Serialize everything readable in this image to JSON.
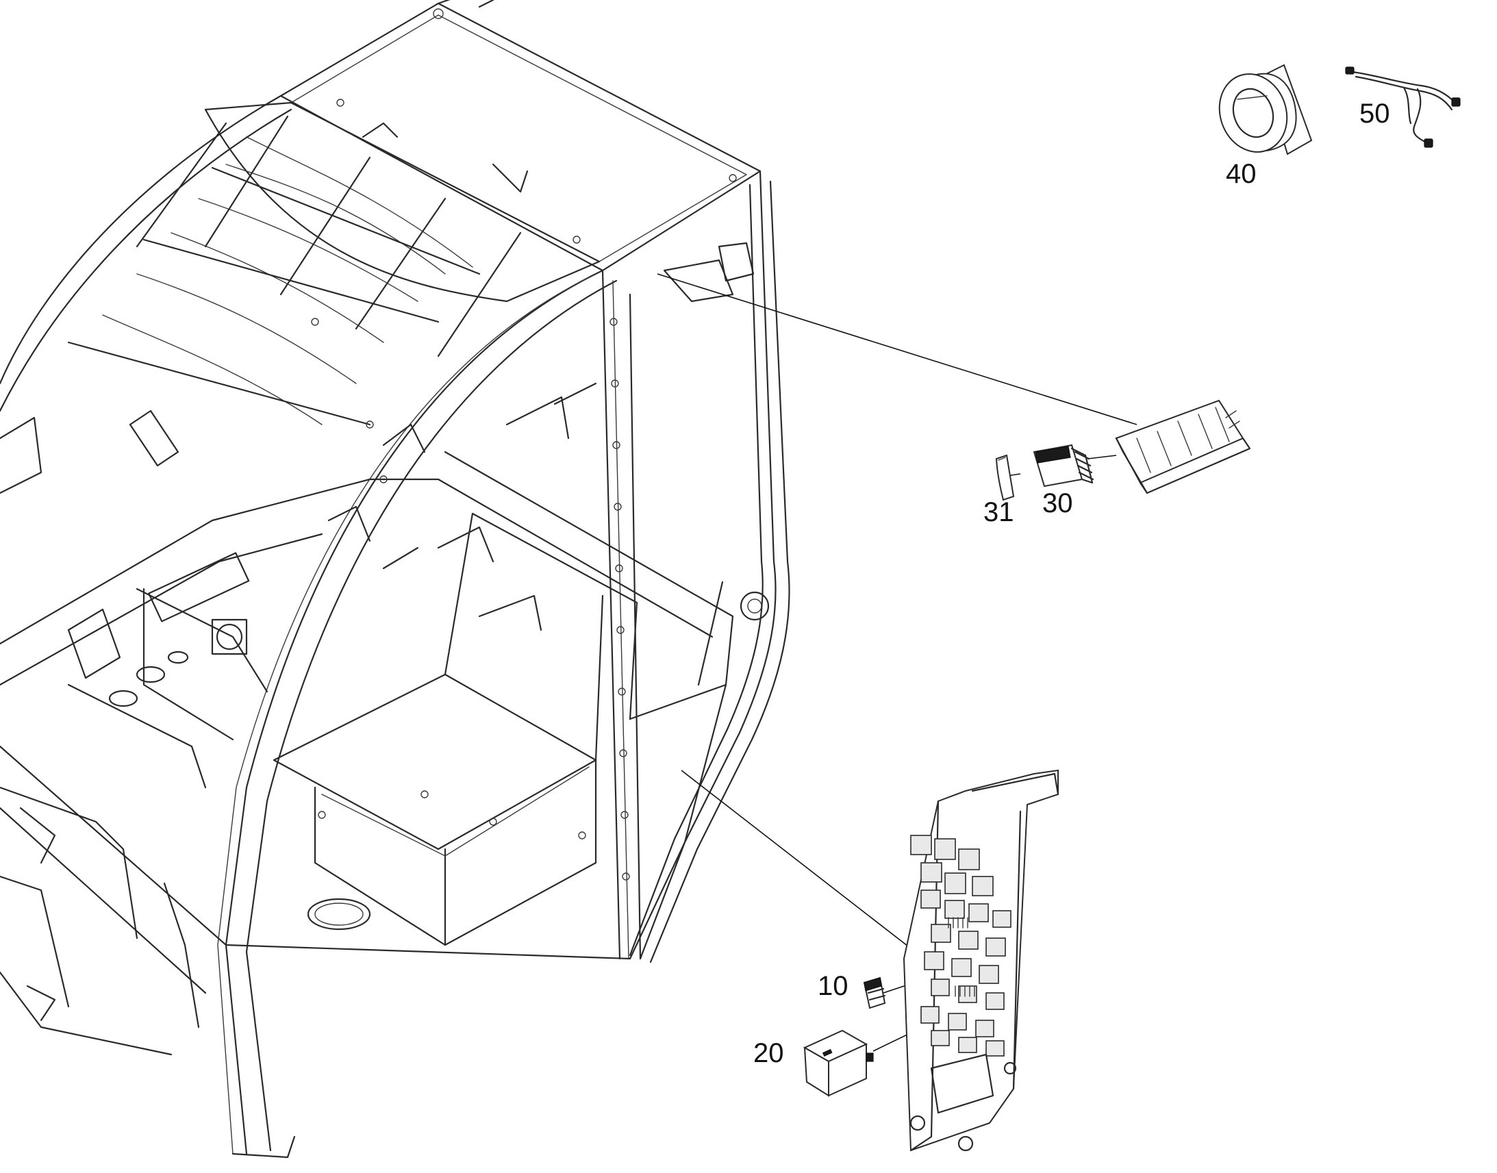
{
  "callouts": {
    "c10": "10",
    "c20": "20",
    "c30": "30",
    "c31": "31",
    "c40": "40",
    "c50": "50"
  },
  "colors": {
    "line": "#2a2a2a",
    "background": "#ffffff"
  }
}
